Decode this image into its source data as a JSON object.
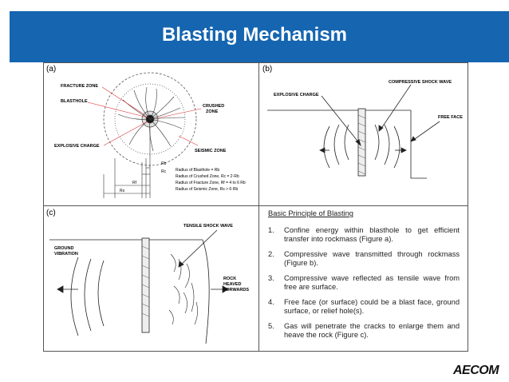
{
  "slide": {
    "title": "Blasting Mechanism",
    "logo": "AECOM"
  },
  "figure_a": {
    "label": "(a)",
    "fracture_zone": "FRACTURE ZONE",
    "blasthole": "BLASTHOLE",
    "crushed_zone_1": "CRUSHED",
    "crushed_zone_2": "ZONE",
    "explosive_charge": "EXPLOSIVE CHARGE",
    "seismic_zone": "SEISMIC ZONE",
    "r_b": "Rb",
    "r_c": "Rc",
    "r_f": "Rf",
    "r_s": "Rs",
    "legend": [
      "Radius of Blasthole = Rb",
      "Radius of Crushed Zone, Rc = 2·Rb",
      "Radius of Fracture Zone, Rf = 4 to 6 Rb",
      "Radius of Seismic Zone, Rs > 6·Rb"
    ]
  },
  "figure_b": {
    "label": "(b)",
    "compressive_shock_wave": "COMPRESSIVE SHOCK WAVE",
    "explosive_charge": "EXPLOSIVE CHARGE",
    "free_face": "FREE FACE"
  },
  "figure_c": {
    "label": "(c)",
    "tensile_shock_wave": "TENSILE SHOCK WAVE",
    "ground_vibration_1": "GROUND",
    "ground_vibration_2": "VIBRATION",
    "rock_heaved_1": "ROCK",
    "rock_heaved_2": "HEAVED",
    "rock_heaved_3": "FORWARDS"
  },
  "principle": {
    "title": "Basic Principle of Blasting",
    "items": [
      {
        "num": "1.",
        "text": "Confine energy within blasthole to get efficient transfer into rockmass (Figure a)."
      },
      {
        "num": "2.",
        "text": "Compressive wave transmitted through rockmass (Figure b)."
      },
      {
        "num": "3.",
        "text": "Compressive wave reflected as tensile wave from free are surface."
      },
      {
        "num": "4.",
        "text": "Free face (or surface) could be a blast face, ground surface, or relief hole(s)."
      },
      {
        "num": "5.",
        "text": "Gas will penetrate the cracks to enlarge them and heave the rock (Figure c)."
      }
    ]
  }
}
